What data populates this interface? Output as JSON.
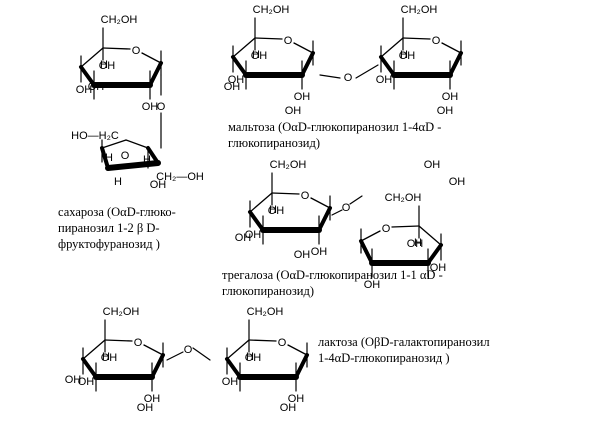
{
  "labels": {
    "oh": "OH",
    "o": "O",
    "h": "H",
    "ch2oh": "CH₂OH",
    "ho_ch2": "HO—H₂C",
    "ch2_oh": "CH₂—OH"
  },
  "captions": {
    "sucrose": [
      "сахароза (OαD-глюко-",
      "пиранозил 1-2 β D-",
      "фруктофуранозид )"
    ],
    "maltose": [
      "мальтоза (OαD-глюкопиранозил 1-4αD -",
      "глюкопиранозид)"
    ],
    "trehalose": [
      "трегалоза (OαD-глюкопиранозил 1-1 αD -",
      "глюкопиранозид)"
    ],
    "lactose": [
      "лактоза (OβD-галактопиранозил",
      "1-4αD-глюкопиранозид )"
    ]
  }
}
